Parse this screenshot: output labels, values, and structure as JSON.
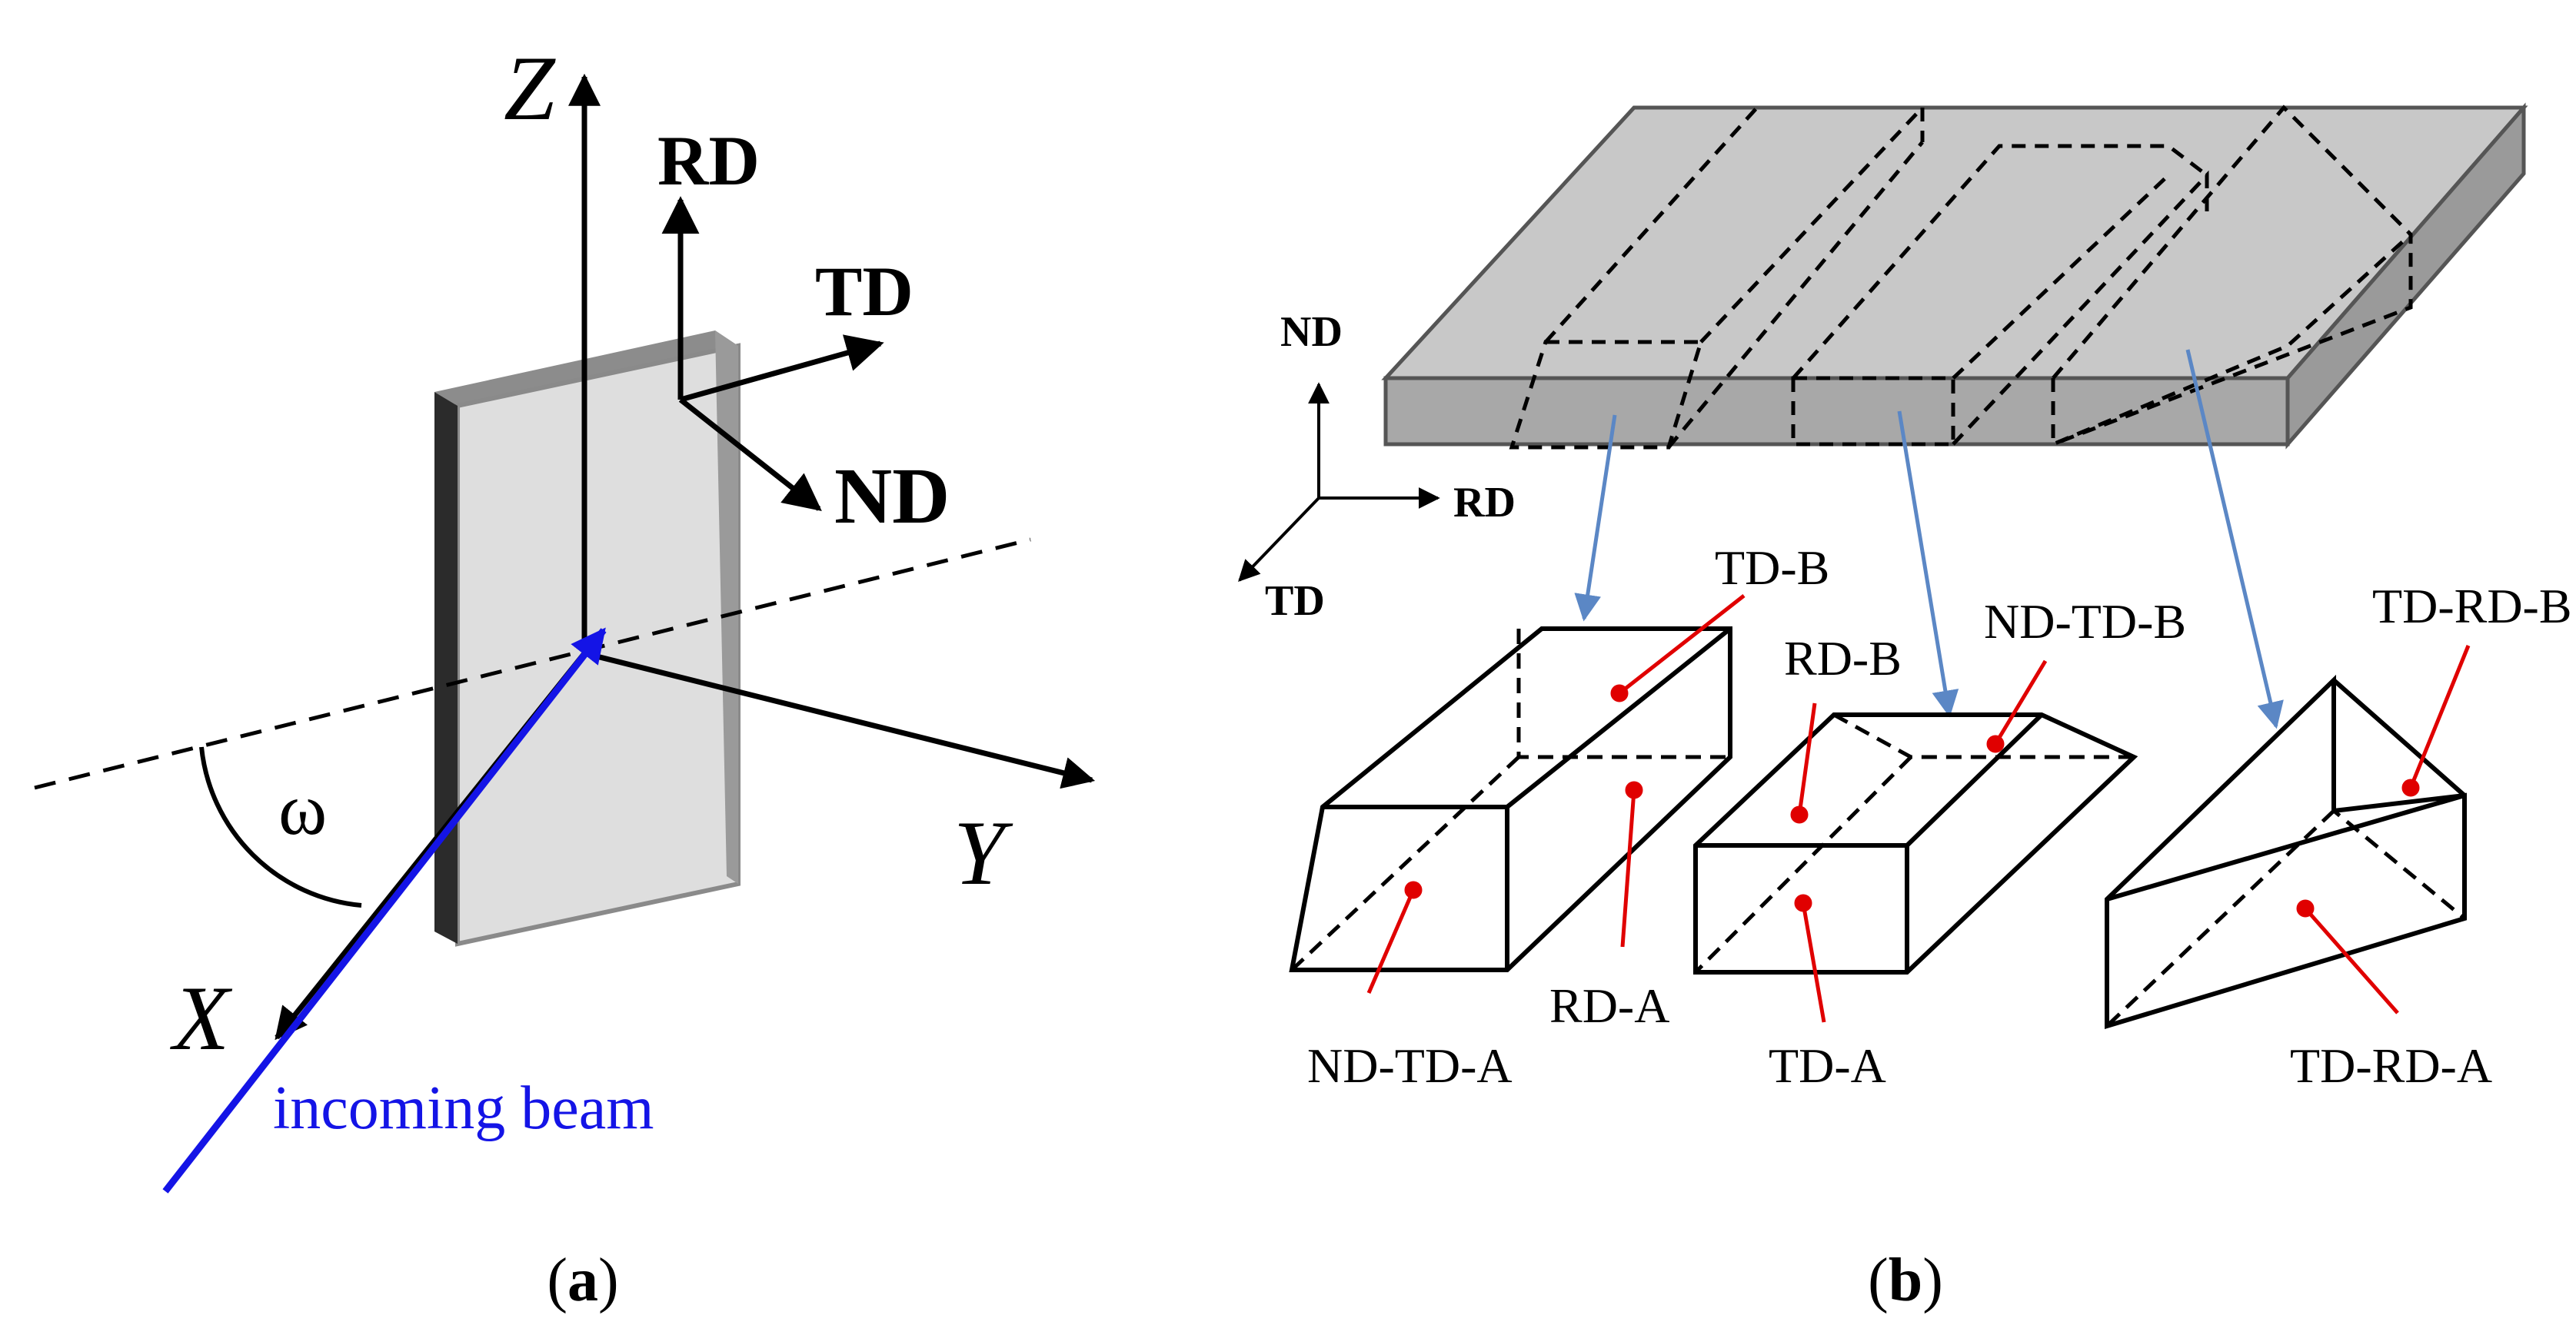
{
  "panel_a": {
    "axis_z": "Z",
    "axis_y": "Y",
    "axis_x": "X",
    "label_rd": "RD",
    "label_td": "TD",
    "label_nd": "ND",
    "angle_symbol": "ω",
    "beam_label": "incoming beam",
    "caption_letter": "a"
  },
  "panel_b": {
    "coord_nd": "ND",
    "coord_rd": "RD",
    "coord_td": "TD",
    "face_td_b": "TD-B",
    "face_rd_a": "RD-A",
    "face_nd_td_a": "ND-TD-A",
    "face_rd_b": "RD-B",
    "face_nd_td_b": "ND-TD-B",
    "face_td_a": "TD-A",
    "face_td_rd_b": "TD-RD-B",
    "face_td_rd_a": "TD-RD-A",
    "caption_letter": "b"
  },
  "colors": {
    "beam": "#1414e6",
    "pointer": "#e00000",
    "arrow_link": "#5b87c5",
    "plate_fill": "#c8c8c8",
    "sample_fill": "#dedede"
  }
}
